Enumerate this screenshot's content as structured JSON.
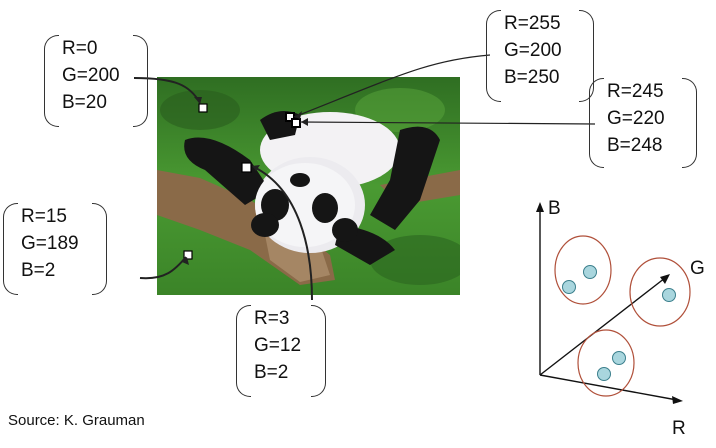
{
  "boxes": [
    {
      "id": "b1",
      "r": "R=0",
      "g": "G=200",
      "b": "B=20"
    },
    {
      "id": "b2",
      "r": "R=255",
      "g": "G=200",
      "b": "B=250"
    },
    {
      "id": "b3",
      "r": "R=245",
      "g": "G=220",
      "b": "B=248"
    },
    {
      "id": "b4",
      "r": "R=15",
      "g": "G=189",
      "b": "B=2"
    },
    {
      "id": "b5",
      "r": "R=3",
      "g": "G=12",
      "b": "B=2"
    }
  ],
  "source": "Source: K. Grauman",
  "axes": {
    "b": "B",
    "g": "G",
    "r": "R"
  },
  "colors": {
    "cluster_outline": "#b0503a",
    "point_fill": "#a9d6de",
    "point_stroke": "#3b7f8c",
    "grass": "#3f8a2c",
    "fur_black": "#151515",
    "fur_white": "#f3f2f4",
    "branch": "#8a6a48"
  }
}
